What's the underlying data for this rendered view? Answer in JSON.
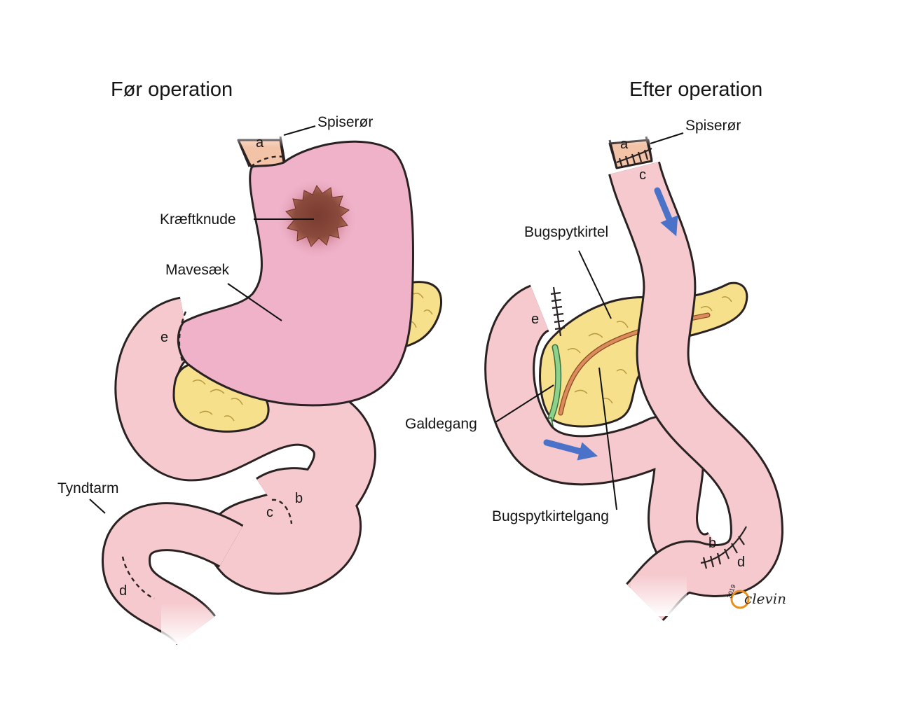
{
  "panels": {
    "before": {
      "title": "Før operation",
      "labels": {
        "esophagus": "Spiserør",
        "tumor": "Kræftknude",
        "stomach": "Mavesæk",
        "small_intestine": "Tyndtarm"
      },
      "letters": {
        "a": "a",
        "b": "b",
        "c": "c",
        "d": "d",
        "e": "e"
      }
    },
    "after": {
      "title": "Efter operation",
      "labels": {
        "esophagus": "Spiserør",
        "pancreas": "Bugspytkirtel",
        "bile_duct": "Galdegang",
        "pancreatic_duct": "Bugspytkirtelgang"
      },
      "letters": {
        "a": "a",
        "b": "b",
        "c": "c",
        "d": "d",
        "e": "e"
      }
    }
  },
  "signature": {
    "year": "2019",
    "name": "clevin"
  },
  "colors": {
    "intestine": "#f5c9cd",
    "stomach": "#efb2c9",
    "esophagus": "#f3c3a8",
    "pancreas": "#f6e08c",
    "tumor": "#8a4a3c",
    "bile_duct": "#8cd18c",
    "pancreatic_duct": "#dc8c5c",
    "arrow": "#4a72c8",
    "outline": "#2a2222"
  }
}
